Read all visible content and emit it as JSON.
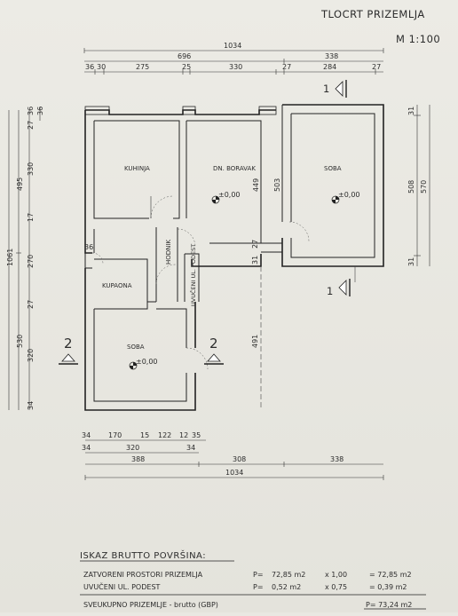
{
  "title": "TLOCRT PRIZEMLJA",
  "scale": "M 1:100",
  "dims_top": {
    "total": "1034",
    "left_part": "696",
    "right_part": "338",
    "segments": [
      "36",
      "30",
      "275",
      "25",
      "330",
      "27",
      "284",
      "27"
    ]
  },
  "dims_left": {
    "total": "1061",
    "upper": "495",
    "lower": "530",
    "segments": [
      "36",
      "27",
      "330",
      "17",
      "270",
      "27",
      "320",
      "34",
      "36"
    ]
  },
  "dims_right": [
    "31",
    "508",
    "570",
    "31"
  ],
  "dims_inner": [
    "449",
    "503",
    "27",
    "31",
    "36",
    "491"
  ],
  "dims_bottom": {
    "row1": [
      "34",
      "170",
      "15",
      "122",
      "12",
      "35"
    ],
    "row2": [
      "34",
      "320",
      "34"
    ],
    "row3": [
      "388",
      "308",
      "338"
    ],
    "total": "1034"
  },
  "rooms": {
    "kuhinja": "KUHINJA",
    "boravak": "DN. BORAVAK",
    "soba_right": "SOBA",
    "kupaona": "KUPAONA",
    "hodnik": "HODNIK",
    "podest": "UVUČENI UL. PODEST",
    "soba_left": "SOBA"
  },
  "levels": [
    "±0,00",
    "±0,00",
    "±0,00"
  ],
  "sections": {
    "s1": "1",
    "s2": "2"
  },
  "table": {
    "heading": "ISKAZ BRUTTO POVRŠINA:",
    "rows": [
      {
        "label": "ZATVORENI PROSTORI PRIZEMLJA",
        "p": "P=",
        "area": "72,85 m2",
        "factor": "x 1,00",
        "result": "= 72,85 m2"
      },
      {
        "label": "UVUČENI UL. PODEST",
        "p": "P=",
        "area": "0,52 m2",
        "factor": "x 0,75",
        "result": "= 0,39 m2"
      }
    ],
    "total_label": "SVEUKUPNO PRIZEMLJE - brutto (GBP)",
    "total_value": "P= 73,24 m2"
  }
}
